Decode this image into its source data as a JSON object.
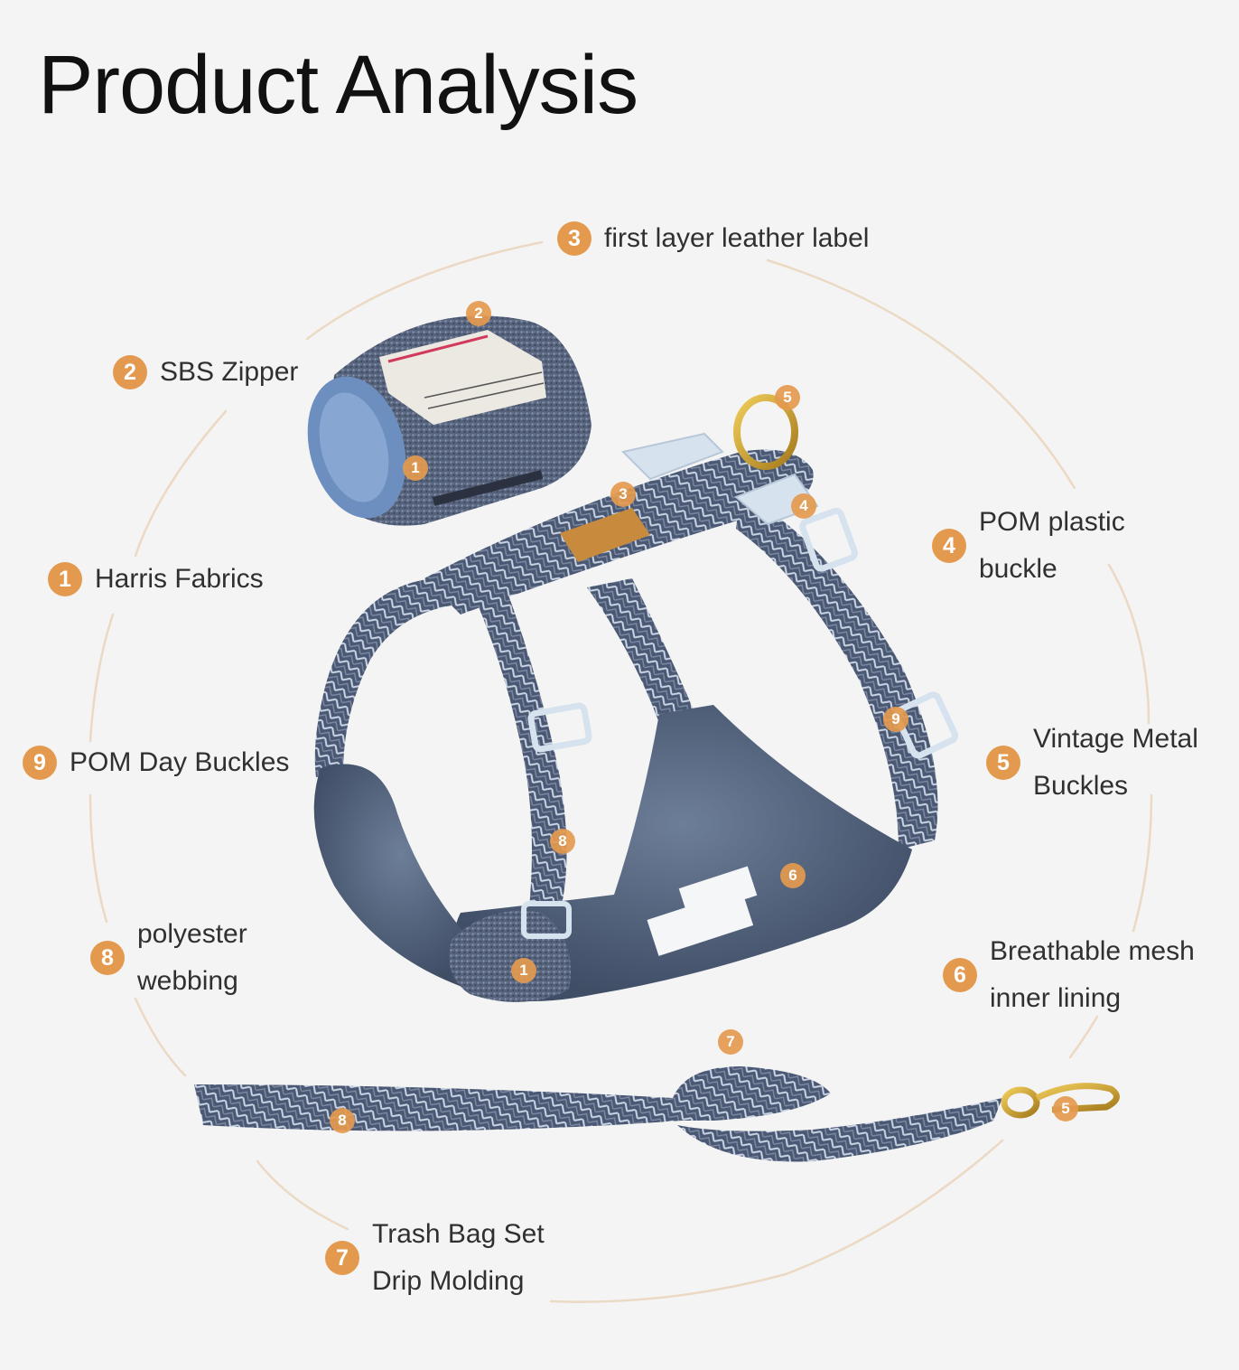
{
  "header": {
    "title": "Product Analysis"
  },
  "colors": {
    "badge": "#e49a4e",
    "ring": "#ecd9c4",
    "fabric": "#4b5a73",
    "mesh": "#5b6c86",
    "buckle": "#d6e3ef",
    "brass": "#c9a036"
  },
  "callouts": {
    "c3": {
      "number": "3",
      "text": "first layer leather label"
    },
    "c2": {
      "number": "2",
      "text": "SBS Zipper"
    },
    "c1": {
      "number": "1",
      "text": "Harris Fabrics"
    },
    "c9": {
      "number": "9",
      "text": "POM Day Buckles"
    },
    "c8": {
      "number": "8",
      "line1": "polyester",
      "line2": "webbing"
    },
    "c7": {
      "number": "7",
      "line1": "Trash Bag Set",
      "line2": "Drip Molding"
    },
    "c6": {
      "number": "6",
      "line1": "Breathable mesh",
      "line2": "inner lining"
    },
    "c5": {
      "number": "5",
      "line1": "Vintage Metal",
      "line2": "Buckles"
    },
    "c4": {
      "number": "4",
      "line1": "POM plastic",
      "line2": "buckle"
    }
  },
  "product_markers": {
    "bag_2": "2",
    "bag_1": "1",
    "harness_5": "5",
    "harness_3": "3",
    "harness_4": "4",
    "harness_9": "9",
    "harness_8": "8",
    "harness_6": "6",
    "harness_1": "1",
    "leash_7": "7",
    "leash_8": "8",
    "leash_5": "5"
  }
}
